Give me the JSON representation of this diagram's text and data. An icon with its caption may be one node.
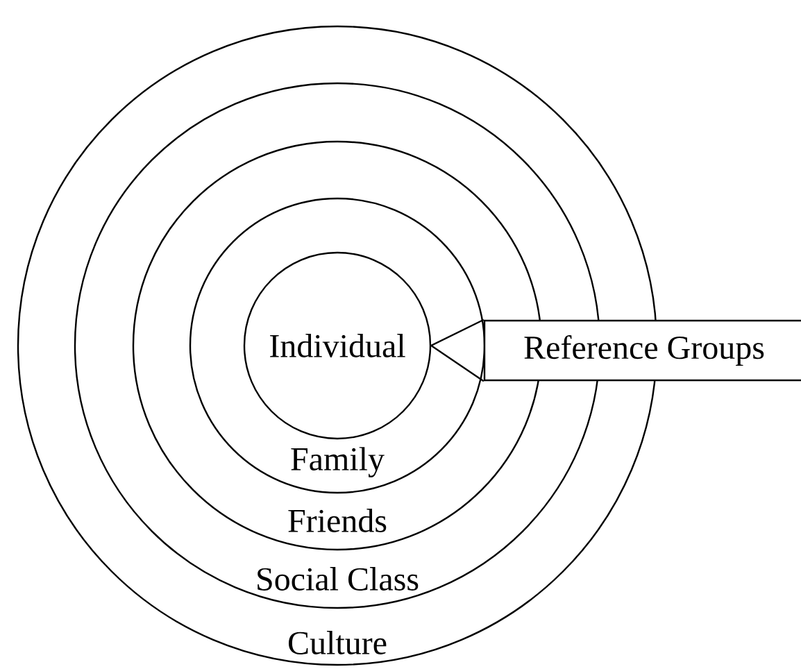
{
  "diagram": {
    "nodes": [
      {
        "text": [
          "Culture"
        ]
      },
      {
        "text": [
          "Social Class"
        ],
        "in": 0
      },
      {
        "text": [
          "Friends"
        ],
        "in": 1
      },
      {
        "text": [
          "Family"
        ],
        "in": 2
      },
      {
        "text": [
          "Individual"
        ],
        "in": 3
      },
      {
        "text": [
          "Reference Groups"
        ]
      }
    ],
    "edges": [
      {
        "from": 5,
        "to": 4,
        "arrow": "to"
      }
    ]
  }
}
